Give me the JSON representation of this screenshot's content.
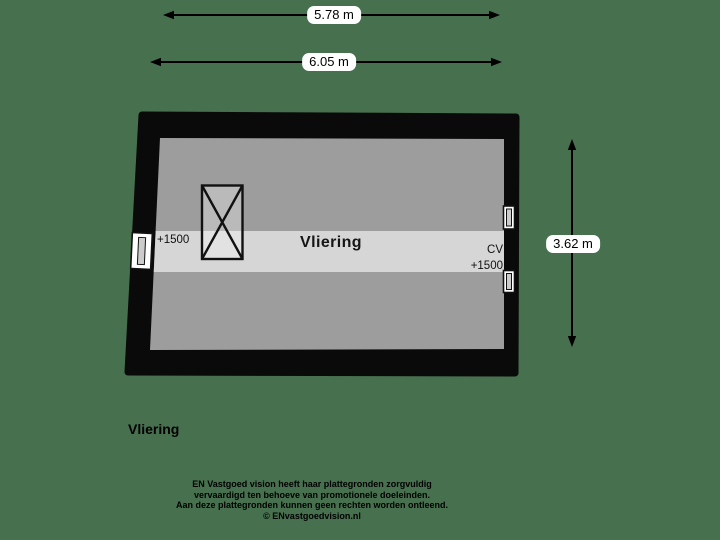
{
  "colors": {
    "background": "#47704f",
    "wall": "#0a0a0a",
    "floor": "#9d9d9d",
    "band": "#d6d6d6",
    "window_fill": "#ffffff",
    "pane_fill": "#cccccc"
  },
  "dimensions": {
    "top_outer": "5.78 m",
    "top_inner": "6.05 m",
    "right": "3.62 m"
  },
  "room": {
    "name": "Vliering",
    "left_level": "+1500",
    "cv": "CV",
    "right_level": "+1500"
  },
  "floor_title": "Vliering",
  "footer": {
    "lines": [
      "EN Vastgoed vision heeft haar plattegronden zorgvuldig",
      "vervaardigd ten behoeve van promotionele doeleinden.",
      "Aan deze plattegronden kunnen geen rechten worden ontleend.",
      "© ENvastgoedvision.nl"
    ]
  }
}
